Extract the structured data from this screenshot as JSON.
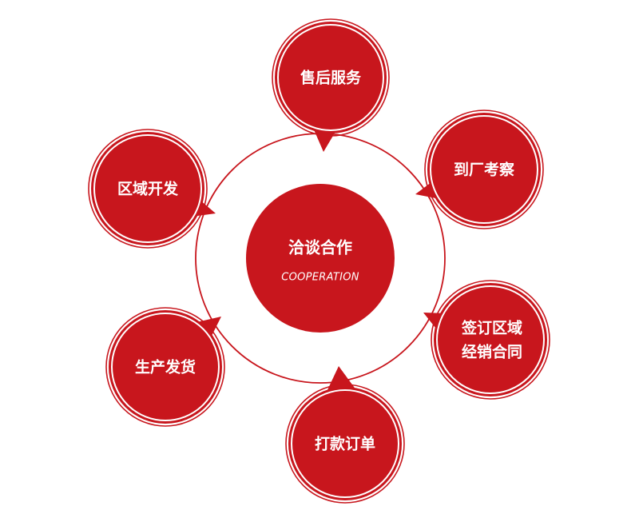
{
  "colors": {
    "accent": "#c8161d",
    "background": "#ffffff"
  },
  "center": {
    "title": "洽谈合作",
    "subtitle": "COOPERATION"
  },
  "nodes": {
    "after_sales": {
      "label": "售后服务"
    },
    "factory_visit": {
      "label": "到厂考察"
    },
    "contract": {
      "line1": "签订区域",
      "line2": "经销合同"
    },
    "payment": {
      "label": "打款订单"
    },
    "delivery": {
      "label": "生产发货"
    },
    "regional": {
      "label": "区域开发"
    }
  }
}
